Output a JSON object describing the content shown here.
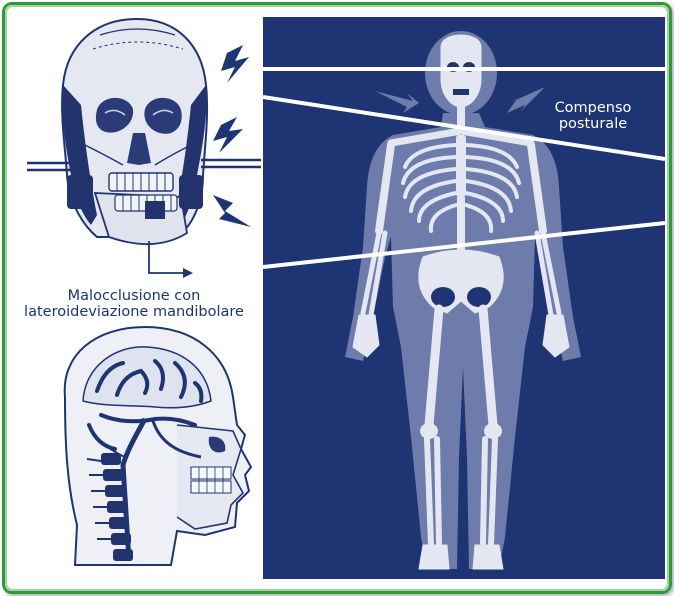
{
  "labels": {
    "malocclusione_line1": "Malocclusione con",
    "malocclusione_line2": "lateroideviazione mandibolare",
    "compenso_line1": "Compenso",
    "compenso_line2": "posturale"
  },
  "colors": {
    "frame_border": "#2e9a3a",
    "panel_bg": "#1f3473",
    "ink": "#1f3473",
    "bone": "#d9dbe8",
    "body_shade": "#6d7cab"
  }
}
